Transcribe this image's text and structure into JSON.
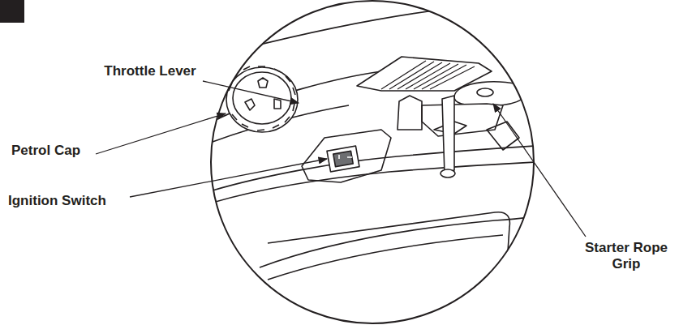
{
  "diagram": {
    "labels": [
      "Throttle Lever",
      "Petrol Cap",
      "Ignition Switch",
      "Starter Rope Grip"
    ]
  }
}
